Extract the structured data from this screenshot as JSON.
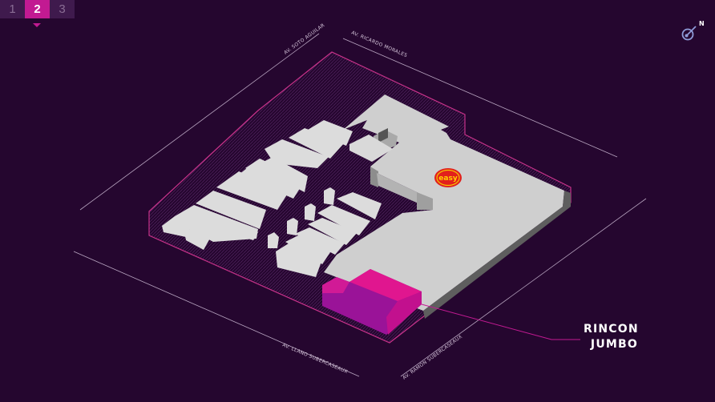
{
  "floor_selector": {
    "floors": [
      {
        "label": "1",
        "active": false
      },
      {
        "label": "2",
        "active": true
      },
      {
        "label": "3",
        "active": false
      }
    ]
  },
  "compass": {
    "label": "N"
  },
  "streets": {
    "top_left": "AV. SOTO AGUILAR",
    "top_right": "AV. RICARDO MORALES",
    "bottom_left": "AV. LLANO SUBERCASEAUX",
    "bottom_right": "AV. RAMÓN SUBERCASEAUX"
  },
  "anchor_store": {
    "name": "easy",
    "icon": "easy-logo-icon"
  },
  "highlighted_store": {
    "line1": "RINCON",
    "line2": "JUMBO",
    "color": "#e0168f"
  },
  "colors": {
    "background": "#25062f",
    "accent": "#c21a92",
    "lot_outline": "#c8328a",
    "building": "#d4d4d4"
  }
}
